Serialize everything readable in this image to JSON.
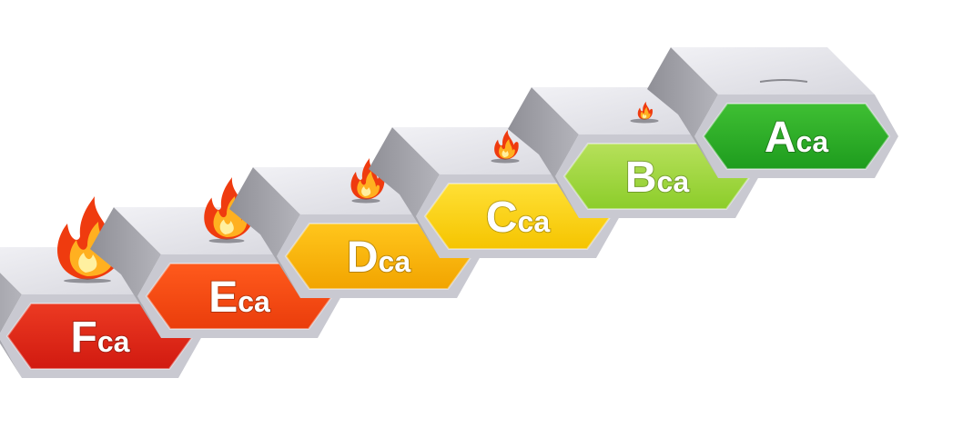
{
  "classes": [
    {
      "letter": "F",
      "suffix": "ca",
      "color": "#d11a10",
      "color_light": "#ec3a22",
      "flame": "large"
    },
    {
      "letter": "E",
      "suffix": "ca",
      "color": "#ea3d0c",
      "color_light": "#ff5a1c",
      "flame": "medium"
    },
    {
      "letter": "D",
      "suffix": "ca",
      "color": "#f2a400",
      "color_light": "#ffc61c",
      "flame": "small"
    },
    {
      "letter": "C",
      "suffix": "ca",
      "color": "#f5c400",
      "color_light": "#ffe035",
      "flame": "tiny"
    },
    {
      "letter": "B",
      "suffix": "ca",
      "color": "#8ccd2a",
      "color_light": "#b6e05a",
      "flame": "spark"
    },
    {
      "letter": "A",
      "suffix": "ca",
      "color": "#1e9c1e",
      "color_light": "#3fbf33",
      "flame": "none"
    }
  ],
  "palette": {
    "block_top": "#e7e7ec",
    "block_left": "#a8a8ae",
    "block_front": "#c9c9d1",
    "flame_outer": "#ef3b0f",
    "flame_inner": "#ffb020",
    "flame_core": "#fff0a0"
  }
}
